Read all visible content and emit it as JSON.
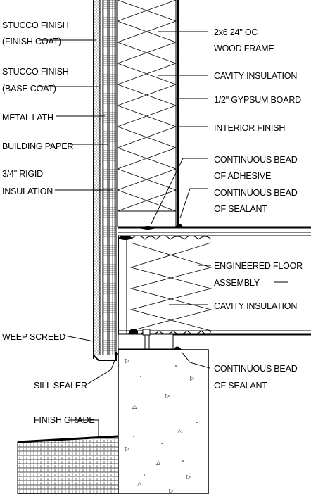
{
  "labels": {
    "stucco_finish_coat_1": "STUCCO FINISH",
    "stucco_finish_coat_2": "(FINISH COAT)",
    "stucco_base_coat_1": "STUCCO FINISH",
    "stucco_base_coat_2": "(BASE COAT)",
    "metal_lath": "METAL LATH",
    "building_paper": "BUILDING PAPER",
    "rigid_insulation_1": "3/4\" RIGID",
    "rigid_insulation_2": "INSULATION",
    "weep_screed": "WEEP SCREED",
    "sill_sealer": "SILL SEALER",
    "finish_grade": "FINISH GRADE",
    "wood_frame_1": "2x6 24\" OC",
    "wood_frame_2": "WOOD FRAME",
    "cavity_insulation_wall": "CAVITY INSULATION",
    "gypsum_board": "1/2\" GYPSUM BOARD",
    "interior_finish": "INTERIOR FINISH",
    "adhesive_1": "CONTINUOUS BEAD",
    "adhesive_2": "OF ADHESIVE",
    "sealant_upper_1": "CONTINUOUS BEAD",
    "sealant_upper_2": "OF SEALANT",
    "floor_assembly_1": "ENGINEERED FLOOR",
    "floor_assembly_2": "ASSEMBLY",
    "cavity_insulation_floor": "CAVITY INSULATION",
    "sealant_lower_1": "CONTINUOUS BEAD",
    "sealant_lower_2": "OF SEALANT"
  }
}
